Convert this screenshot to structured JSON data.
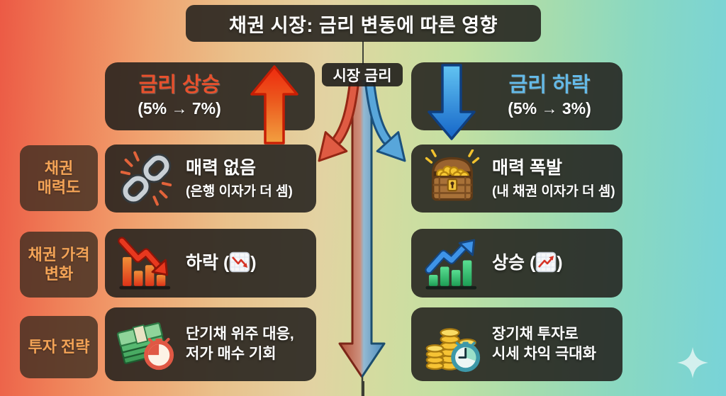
{
  "title": "채권 시장: 금리 변동에 따른 영향",
  "market_rate_label": "시장 금리",
  "columns": {
    "left": {
      "header_title": "금리 상승",
      "header_range": "(5% → 7%)",
      "arrow": "red-up-arrow-icon"
    },
    "right": {
      "header_title": "금리 하락",
      "header_range": "(5% → 3%)",
      "arrow": "blue-down-arrow-icon"
    }
  },
  "row_labels": [
    {
      "line1": "채권",
      "line2": "매력도"
    },
    {
      "line1": "채권 가격",
      "line2": "변화"
    },
    {
      "line1": "투자 전략",
      "line2": ""
    }
  ],
  "cells": {
    "left": [
      {
        "icon": "broken-chain-icon",
        "title": "매력 없음",
        "subtitle": "(은행 이자가 더 셈)"
      },
      {
        "icon": "chart-down-icon",
        "label_prefix": "하락 (",
        "label_suffix": ")",
        "inline_icon": "chart-decreasing-emoji-icon"
      },
      {
        "icon": "money-timer-icon",
        "line1": "단기채 위주 대응,",
        "line2": "저가 매수 기회"
      }
    ],
    "right": [
      {
        "icon": "treasure-chest-icon",
        "title": "매력 폭발",
        "subtitle": "(내 채권 이자가 더 셈)"
      },
      {
        "icon": "chart-up-icon",
        "label_prefix": "상승 (",
        "label_suffix": ")",
        "inline_icon": "chart-increasing-emoji-icon"
      },
      {
        "icon": "coins-timer-icon",
        "line1": "장기채 투자로",
        "line2": "시세 차익 극대화"
      }
    ]
  },
  "colors": {
    "rise_accent": "#e8502c",
    "fall_accent": "#64bae8",
    "row_label_text": "#f3a356",
    "bg_left": "#ec5a45",
    "bg_right": "#78d3d8",
    "panel_dark": "rgba(33,31,28,0.87)"
  }
}
